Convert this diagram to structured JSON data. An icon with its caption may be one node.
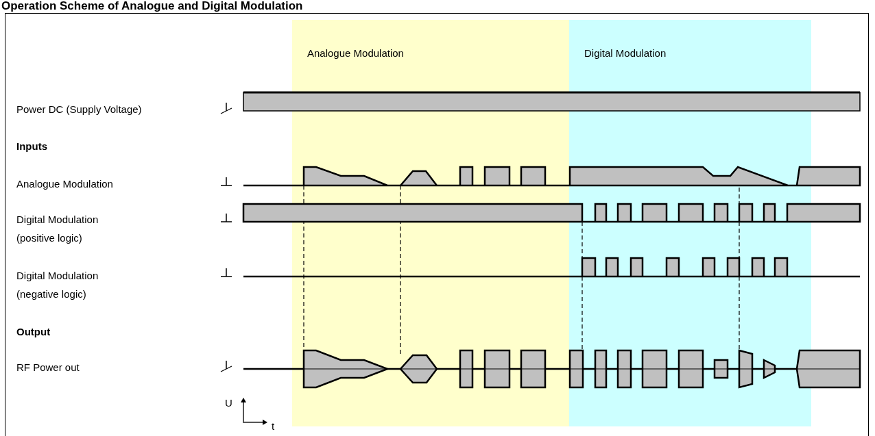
{
  "diagram": {
    "title": "Operation Scheme of Analogue and Digital Modulation",
    "nodes": [
      {
        "text": [
          "Analogue Modulation"
        ]
      },
      {
        "text": [
          "Digital Modulation"
        ]
      }
    ],
    "labels": [
      "Power DC (Supply Voltage)",
      "Inputs",
      "Analogue Modulation",
      "Digital Modulation (positive logic)",
      "Digital Modulation (negative logic)",
      "Output",
      "RF Power out",
      "U",
      "t"
    ]
  }
}
